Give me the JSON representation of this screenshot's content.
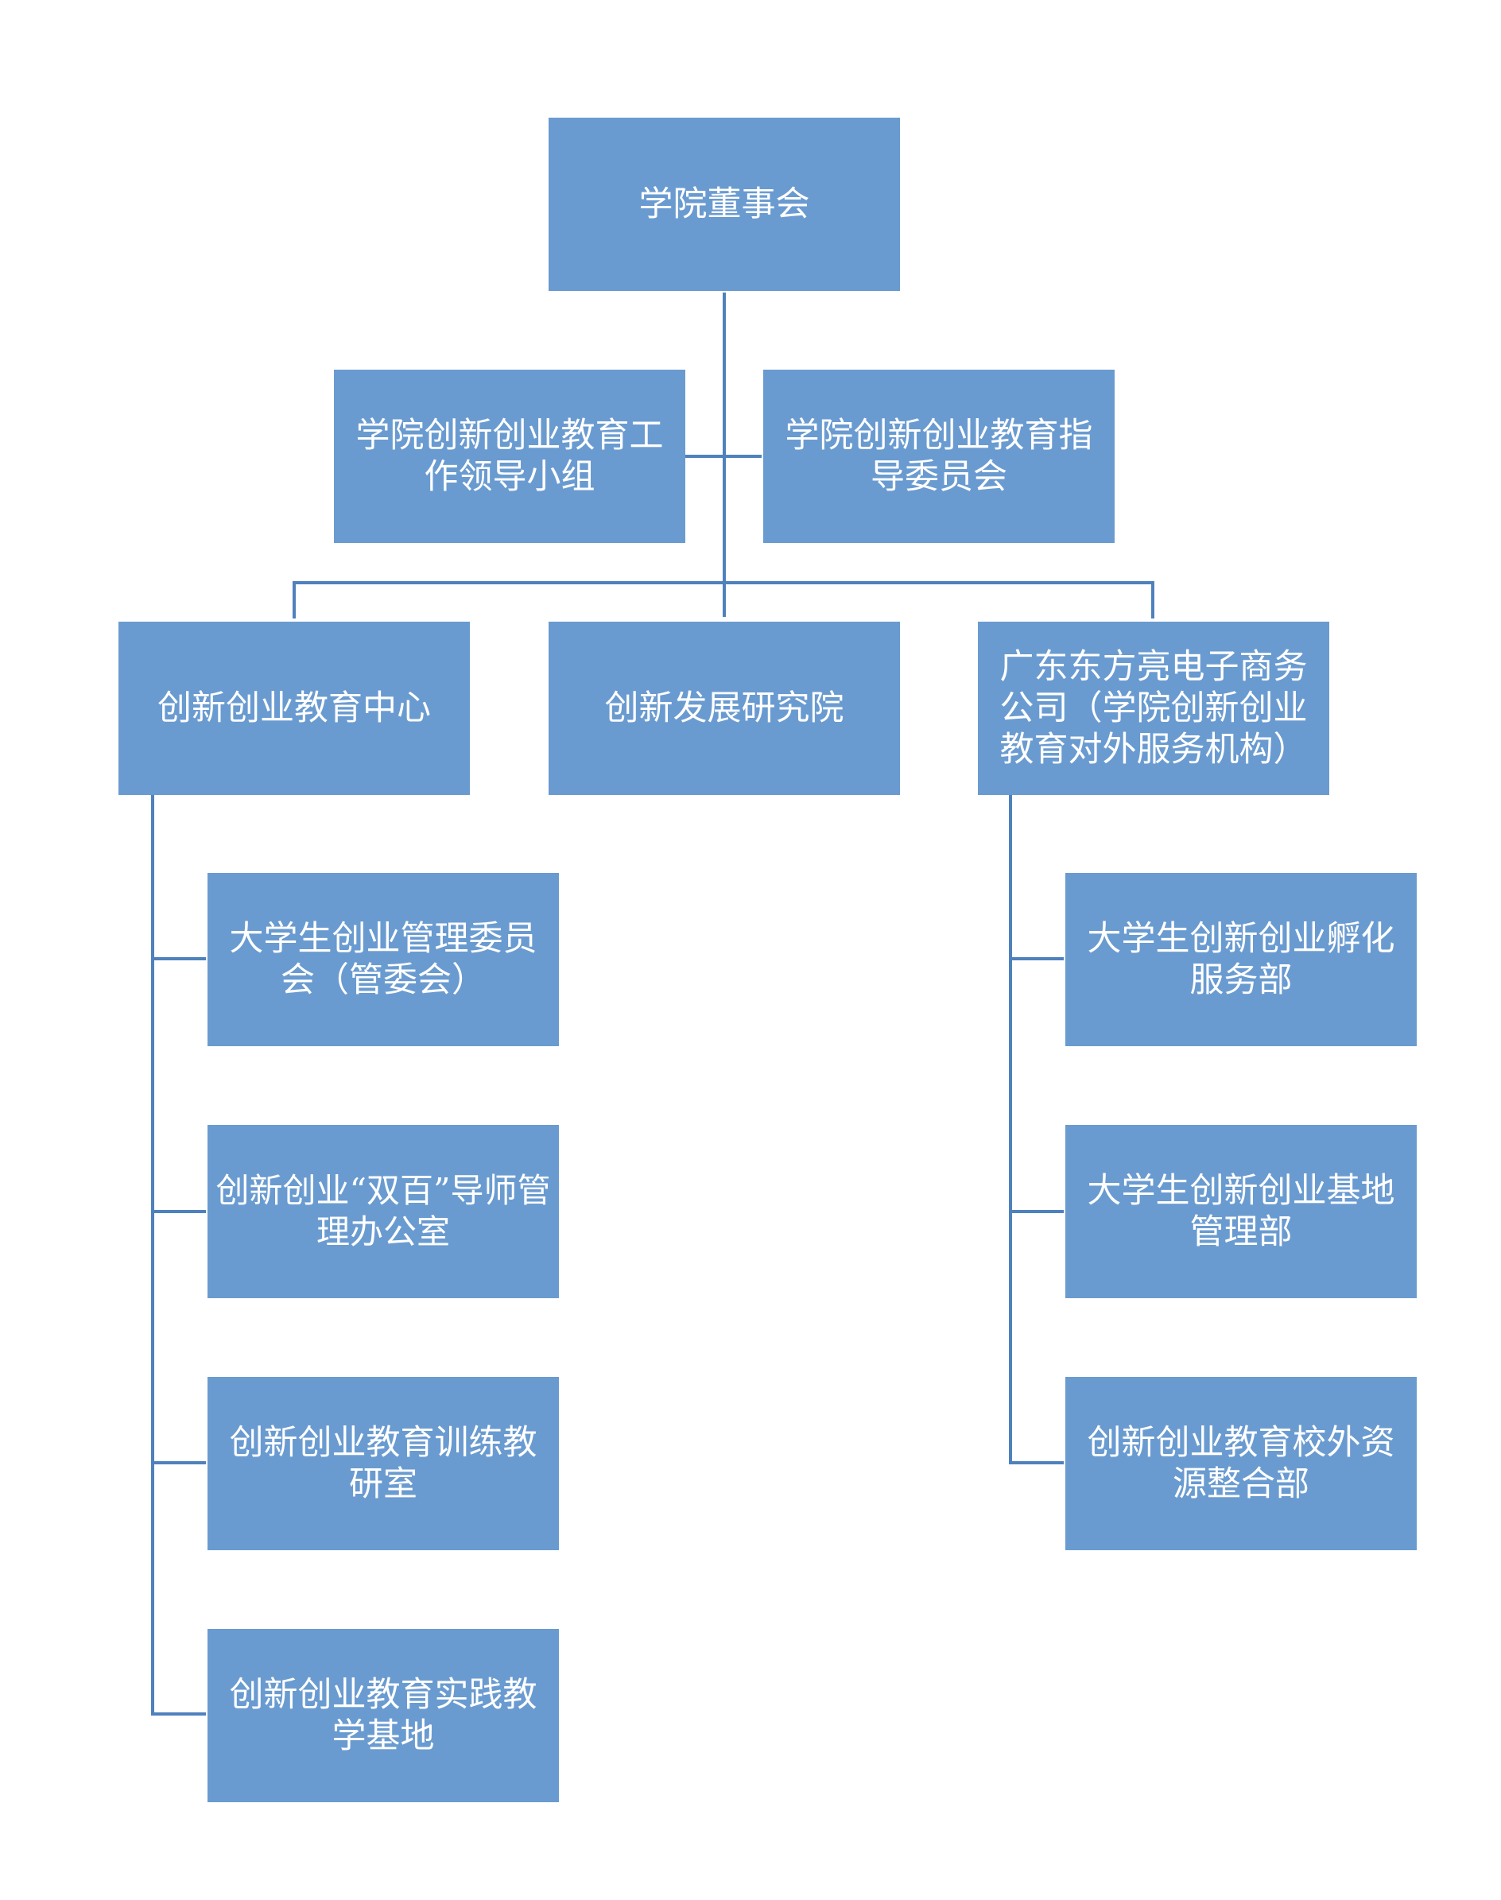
{
  "diagram": {
    "colors": {
      "box_fill": "#6a9bd0",
      "box_text": "#ffffff",
      "connector": "#4f81bd"
    },
    "nodes": {
      "board": "学院董事会",
      "leadership_group": "学院创新创业教育工\n作领导小组",
      "steering_committee": "学院创新创业教育指\n导委员会",
      "education_center": "创新创业教育中心",
      "research_institute": "创新发展研究院",
      "company": "广东东方亮电子商务\n公司（学院创新创业\n教育对外服务机构）",
      "student_committee": "大学生创业管理委员\n会（管委会）",
      "mentor_office": "创新创业“双百”导师管\n理办公室",
      "training_office": "创新创业教育训练教\n研室",
      "practice_base": "创新创业教育实践教\n学基地",
      "incubation_dept": "大学生创新创业孵化\n服务部",
      "base_management": "大学生创新创业基地\n管理部",
      "resource_dept": "创新创业教育校外资\n源整合部"
    }
  }
}
